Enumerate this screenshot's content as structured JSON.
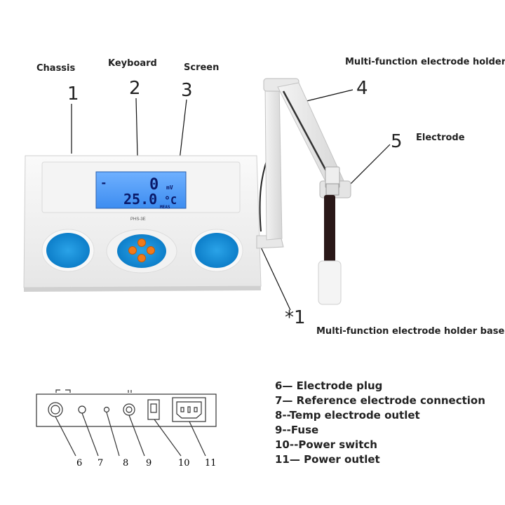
{
  "callouts": {
    "chassis": {
      "label": "Chassis",
      "number": "1"
    },
    "keyboard": {
      "label": "Keyboard",
      "number": "2"
    },
    "screen": {
      "label": "Screen",
      "number": "3"
    },
    "holder": {
      "label": "Multi-function electrode holder",
      "number": "4"
    },
    "electrode": {
      "label": "Electrode",
      "number": "5"
    },
    "holder_base": {
      "label": "Multi-function electrode holder base",
      "number": "*1"
    }
  },
  "meter": {
    "display": {
      "minus_sign": "-",
      "value_mv": "0",
      "unit_mv": "mV",
      "temperature": "25.0",
      "unit_temp": "°C",
      "mode": "MEAS"
    },
    "model": "PHS-3E"
  },
  "rear_panel": {
    "numbers": [
      "6",
      "7",
      "8",
      "9",
      "10",
      "11"
    ]
  },
  "legend": [
    "6— Electrode plug",
    "7— Reference electrode connection",
    "8--Temp electrode outlet",
    "9--Fuse",
    "10--Power switch",
    "11— Power outlet"
  ]
}
